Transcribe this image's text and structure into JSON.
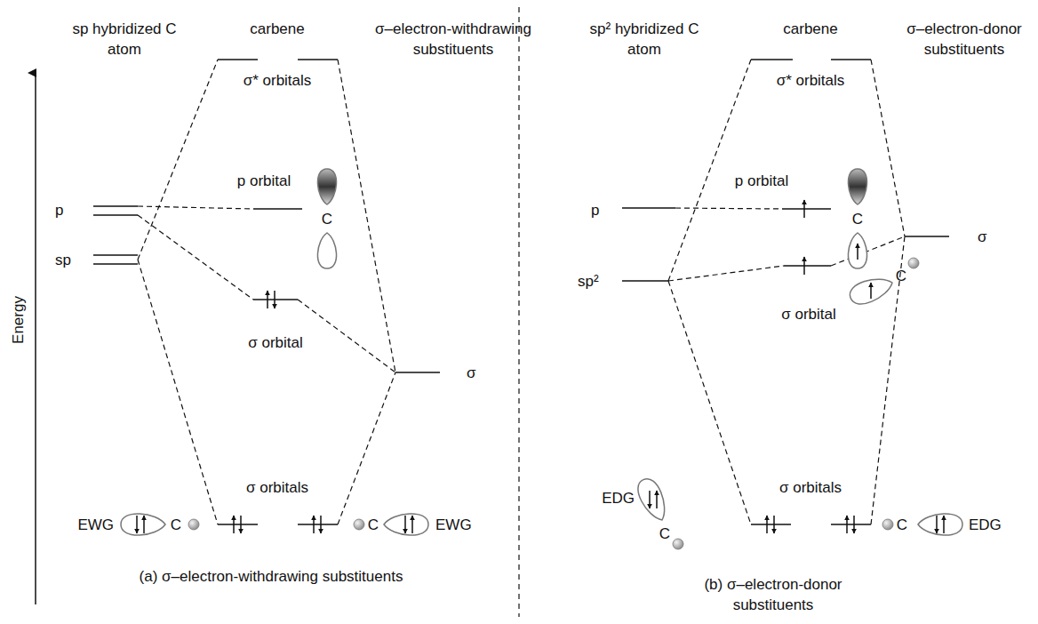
{
  "diagram": {
    "labels": [
      "sp hybridized C atom",
      "carbene",
      "σ–electron-withdrawing substituents",
      "Energy",
      "σ* orbitals",
      "p orbital",
      "p",
      "C",
      "sp",
      "σ orbital",
      "σ",
      "σ orbitals",
      "EWG",
      "C",
      "C",
      "EWG",
      "(a) σ–electron-withdrawing substituents",
      "sp² hybridized C atom",
      "carbene",
      "σ–electron-donor substituents",
      "σ* orbitals",
      "p orbital",
      "p",
      "C",
      "sp²",
      "σ",
      "C",
      "σ orbital",
      "EDG",
      "C",
      "σ orbitals",
      "C",
      "EDG",
      "(b) σ–electron-donor substituents"
    ]
  }
}
